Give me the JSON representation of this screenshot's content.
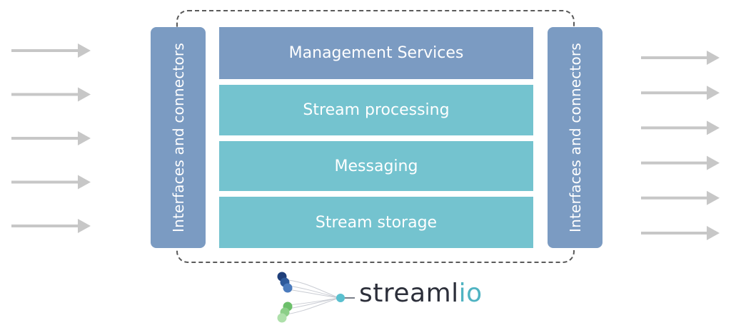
{
  "layers": {
    "management": "Management Services",
    "processing": "Stream processing",
    "messaging": "Messaging",
    "storage": "Stream storage"
  },
  "side_panels": {
    "left": "Interfaces and connectors",
    "right": "Interfaces and connectors"
  },
  "inputs": {
    "count": 5
  },
  "outputs": {
    "count": 6
  },
  "logo": {
    "text_main": "streaml",
    "text_accent": "io"
  },
  "colors": {
    "management": "#7b9bc2",
    "layer": "#74c3cf",
    "panel": "#7b9bc2",
    "arrow": "#c7c7c7",
    "frame": "#5a5a5a"
  }
}
